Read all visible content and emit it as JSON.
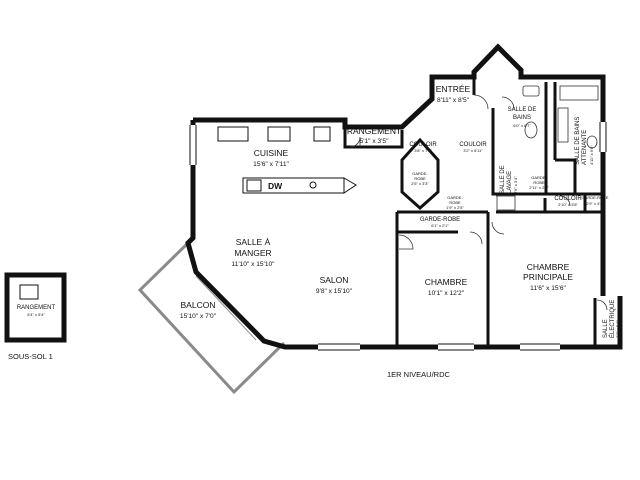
{
  "plan": {
    "level_label": "1ER NIVEAU/RDC",
    "basement_label": "SOUS-SOL 1",
    "dw_label": "DW",
    "rooms": {
      "entree": {
        "name": "ENTRÉE",
        "dims": "8'11\" x 8'5\""
      },
      "rangement": {
        "name": "RANGEMENT",
        "dims": "5'1\" x 3'5\""
      },
      "cuisine": {
        "name": "CUISINE",
        "dims": "15'6\" x 7'11\""
      },
      "couloir1": {
        "name": "COULOIR",
        "dims": "3'8\" x 7'7\""
      },
      "couloir2": {
        "name": "COULOIR",
        "dims": "3'2\" x 6'11\""
      },
      "gr_small": {
        "name1": "GARDE-",
        "name2": "ROBE",
        "dims": "2'5\" x 3'3\""
      },
      "gr_tiny": {
        "name1": "GARDE-",
        "name2": "ROBE",
        "dims": "1'9\" x 2'5\""
      },
      "gr_chambre": {
        "name": "GARDE-ROBE",
        "dims": "6'1\" x 2'1\""
      },
      "salle_manger": {
        "name1": "SALLE À",
        "name2": "MANGER",
        "dims": "11'10\" x 15'10\""
      },
      "salon": {
        "name": "SALON",
        "dims": "9'8\" x 15'10\""
      },
      "balcon": {
        "name": "BALCON",
        "dims": "15'10\" x 7'0\""
      },
      "chambre": {
        "name": "CHAMBRE",
        "dims": "10'1\" x 12'2\""
      },
      "chambre_p": {
        "name1": "CHAMBRE",
        "name2": "PRINCIPALE",
        "dims": "11'6\" x 15'6\""
      },
      "sdb": {
        "name1": "SALLE DE",
        "name2": "BAINS",
        "dims": "6'0\" x 8'7\""
      },
      "sdb_att": {
        "name1": "SALLE DE BAINS",
        "name2": "ATTENANTE",
        "dims": "4'11\" x 9'0\""
      },
      "lavage": {
        "name1": "SALLE DE",
        "name2": "LAVAGE",
        "dims": "2'9\" x 3'4\""
      },
      "gr_mid": {
        "name1": "GARDE-",
        "name2": "ROBE",
        "dims": "2'11\" x 2'1\""
      },
      "couloir3": {
        "name": "COULOIR",
        "dims": "2'10\" x 3'8\""
      },
      "gr_right": {
        "name": "GARDE-ROBE",
        "dims": "2'9\" x 4'4\""
      },
      "electrique": {
        "name1": "SALLE",
        "name2": "ÉLECTRIQUE",
        "dims": "3'2\" x 5'4\""
      },
      "rangement_ss": {
        "name": "RANGEMENT",
        "dims": "5'4\" x 5'4\""
      }
    }
  }
}
